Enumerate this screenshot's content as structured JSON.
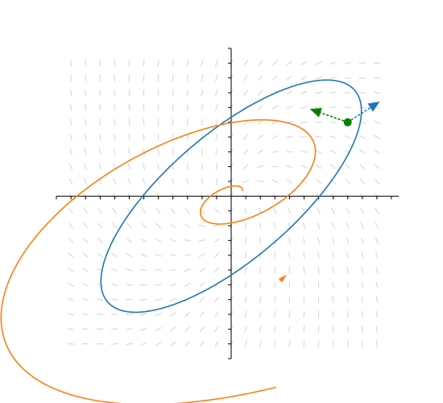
{
  "chart_data": {
    "type": "phase-portrait",
    "xlim": [
      -12,
      11.5
    ],
    "ylim": [
      -11,
      10
    ],
    "axes_through_origin": true,
    "tick_spacing": 1,
    "tick_labels": false,
    "grid": false,
    "direction_field": {
      "color": "#d9d9d9",
      "x_range": [
        -11,
        10
      ],
      "y_range": [
        -10,
        9
      ],
      "step": 1
    },
    "series": [
      {
        "kind": "closed-orbit",
        "color": "#1f77b4",
        "center": [
          0,
          0
        ],
        "semi_major": 11.1,
        "semi_minor": 4.3,
        "angle_deg": 40,
        "range": [
          0,
          6.2832
        ]
      },
      {
        "kind": "spiral-trajectory",
        "color": "#ff7f0e",
        "center": [
          0,
          0
        ],
        "semi_major": 0.85,
        "semi_minor": 0.4,
        "angle_deg": 25,
        "growth": 0.32,
        "range": [
          0,
          10.9
        ],
        "arrow_at": [
          3.5,
          -5.6
        ]
      }
    ],
    "point": {
      "x": 8,
      "y": 5,
      "color": "#008000"
    },
    "vectors": [
      {
        "from": [
          8,
          5
        ],
        "to": [
          10.2,
          6.4
        ],
        "color": "#1f77b4",
        "style": "dashed"
      },
      {
        "from": [
          8,
          5
        ],
        "to": [
          5.4,
          5.9
        ],
        "color": "#008000",
        "style": "dashed"
      }
    ]
  }
}
